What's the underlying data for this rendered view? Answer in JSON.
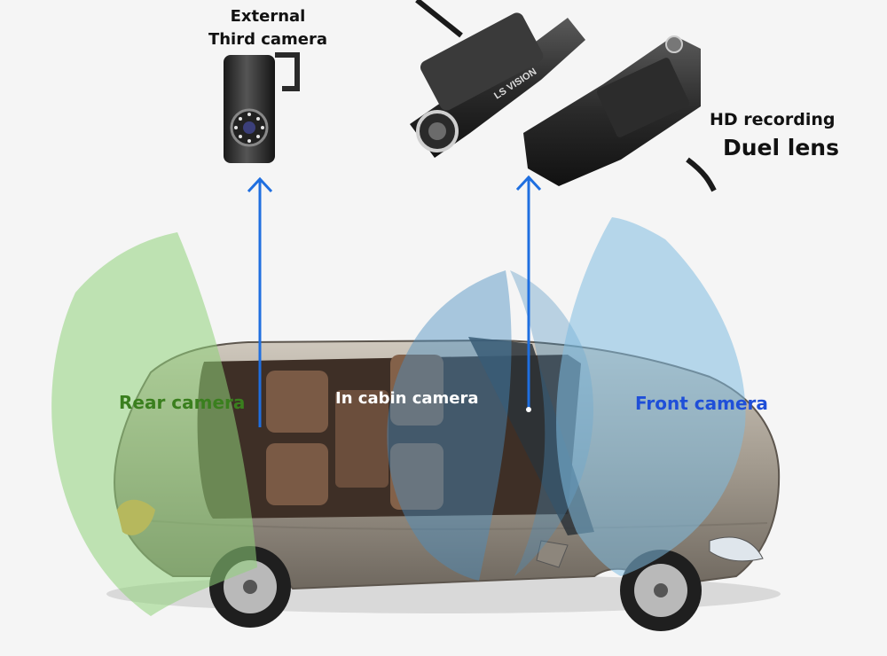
{
  "labels": {
    "external_line1": "External",
    "external_line2": "Third camera",
    "hd_recording": "HD recording",
    "duel_lens": "Duel lens",
    "rear_camera": "Rear camera",
    "in_cabin_camera": "In cabin camera",
    "front_camera": "Front camera"
  },
  "brand_on_device": "LS VISION",
  "colors": {
    "rear_zone": "#8fd27a",
    "cabin_zone": "#4a8fc0",
    "front_zone": "#7fbbe0",
    "arrow": "#1f6fe0",
    "rear_text": "#3a7f1e",
    "front_text": "#1f4fd8",
    "cabin_text": "#ffffff"
  }
}
